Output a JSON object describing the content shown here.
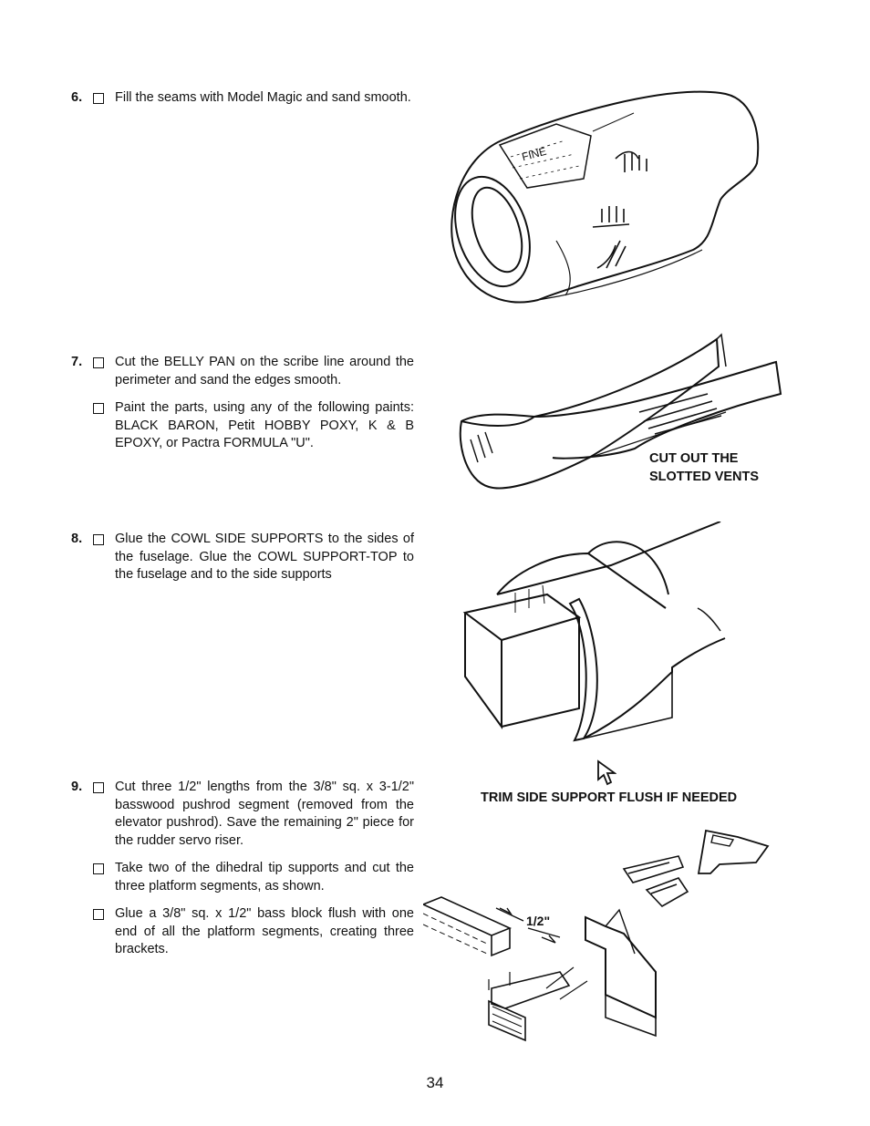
{
  "steps": [
    {
      "number": "6.",
      "items": [
        "Fill the seams with Model Magic and sand smooth."
      ]
    },
    {
      "number": "7.",
      "items": [
        "Cut the BELLY PAN on the scribe line around the perimeter and sand the edges smooth.",
        "Paint the parts, using any of the following paints: BLACK BARON, Petit HOBBY POXY, K & B EPOXY, or Pactra FORMULA \"U\"."
      ]
    },
    {
      "number": "8.",
      "items": [
        "Glue the COWL SIDE SUPPORTS to the sides of the fuselage. Glue the COWL SUPPORT-TOP to the fuselage and to the side supports"
      ]
    },
    {
      "number": "9.",
      "items": [
        "Cut three 1/2\" lengths from the 3/8\" sq. x 3-1/2\" basswood pushrod segment (removed from the elevator pushrod). Save the remaining 2\" piece for the rudder servo riser.",
        "Take two of the dihedral tip supports and cut the three platform segments, as shown.",
        "Glue a 3/8\" sq. x 1/2\" bass block flush with one end of all the platform segments, creating three brackets."
      ]
    }
  ],
  "figures": {
    "cowl_label": "FINE",
    "belly_caption_1": "CUT OUT THE",
    "belly_caption_2": "SLOTTED VENTS",
    "support_caption": "TRIM SIDE SUPPORT FLUSH IF NEEDED",
    "dimension_label": "1/2\""
  },
  "page_number": "34"
}
